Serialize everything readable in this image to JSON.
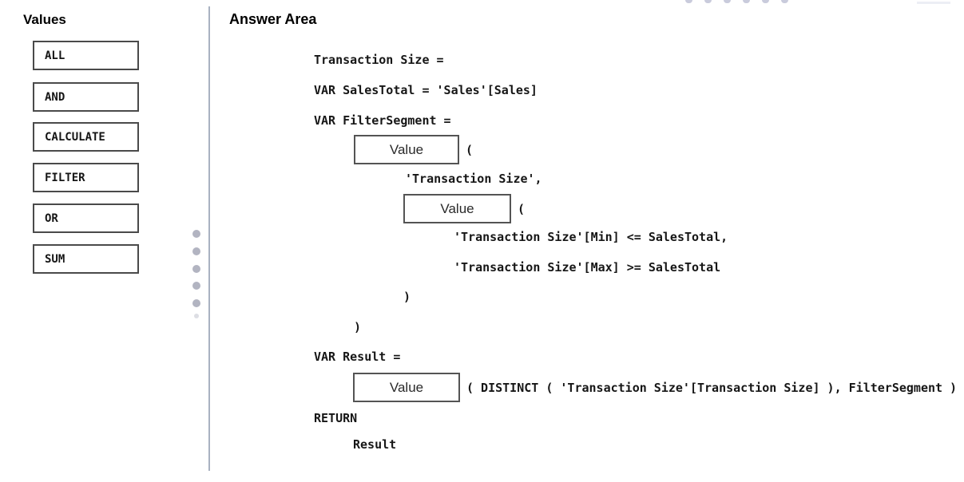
{
  "values_panel": {
    "title": "Values",
    "items": [
      {
        "label": "ALL"
      },
      {
        "label": "AND"
      },
      {
        "label": "CALCULATE"
      },
      {
        "label": "FILTER"
      },
      {
        "label": "OR"
      },
      {
        "label": "SUM"
      }
    ]
  },
  "answer_area": {
    "title": "Answer Area",
    "code_lines": {
      "measure": "Transaction Size =",
      "var_sales": "VAR SalesTotal = 'Sales'[Sales]",
      "var_filter": "VAR FilterSegment =",
      "arg_table": "'Transaction Size',",
      "cond_min": "'Transaction Size'[Min] <= SalesTotal,",
      "cond_max": "'Transaction Size'[Max] >= SalesTotal",
      "close_inner": ")",
      "close_outer": ")",
      "var_result": "VAR Result =",
      "return_kw": "RETURN",
      "return_val": "Result"
    },
    "dropzones": [
      {
        "label": "Value",
        "after": "("
      },
      {
        "label": "Value",
        "after": "("
      },
      {
        "label": "Value",
        "after": "( DISTINCT ( 'Transaction Size'[Transaction Size] ), FilterSegment )"
      }
    ]
  },
  "colors": {
    "tile_border": "#4a4a4a",
    "dropzone_border": "#545454",
    "divider": "#a9b2c1",
    "dots": "#9fa1b2",
    "text": "#161616"
  }
}
